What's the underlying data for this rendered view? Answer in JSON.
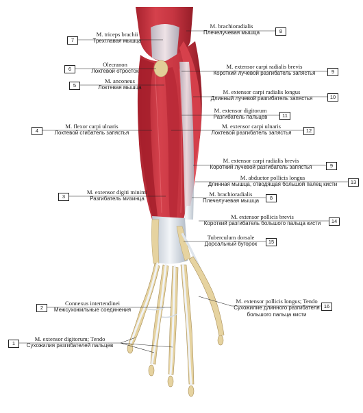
{
  "labels": [
    {
      "num": "7",
      "latin": "M. triceps brachii",
      "russian": "Трехглавая мышца"
    },
    {
      "num": "8",
      "latin": "M. brachioradialis",
      "russian": "Плечелучевая мышца"
    },
    {
      "num": "6",
      "latin": "Olecranon",
      "russian": "Локтевой отросток"
    },
    {
      "num": "9",
      "latin": "M. extensor carpi radialis brevis",
      "russian": "Короткий лучевой разгибатель запястья"
    },
    {
      "num": "5",
      "latin": "M. anconeus",
      "russian": "Локтевая мышца"
    },
    {
      "num": "10",
      "latin": "M. extensor carpi radialis longus",
      "russian": "Длинный лучевой разгибатель запястья"
    },
    {
      "num": "11",
      "latin": "M. extensor digitorum",
      "russian": "Разгибатель пальцев"
    },
    {
      "num": "4",
      "latin": "M. flexor carpi ulnaris",
      "russian": "Локтевой сгибатель запястья"
    },
    {
      "num": "12",
      "latin": "M. extensor carpi ulnaris",
      "russian": "Локтевой разгибатель запястья"
    },
    {
      "num": "9",
      "latin": "M. extensor carpi radialis brevis",
      "russian": "Короткий лучевой разгибатель запястья"
    },
    {
      "num": "13",
      "latin": "M. abductor pollicis longus",
      "russian": "Длинная мышца, отводящая большой палец кисти"
    },
    {
      "num": "3",
      "latin": "M. extensor digiti minimi",
      "russian": "Разгибатель мизинца"
    },
    {
      "num": "8",
      "latin": "M. brachioradialis",
      "russian": "Плечелучевая мышца"
    },
    {
      "num": "14",
      "latin": "M. extensor pollicis brevis",
      "russian": "Короткий разгибатель большого пальца кисти"
    },
    {
      "num": "15",
      "latin": "Tuberculum dorsale",
      "russian": "Дорсальный бугорок"
    },
    {
      "num": "2",
      "latin": "Connexus intertendinei",
      "russian": "Межсухожильные соединения"
    },
    {
      "num": "16",
      "latin": "M. extensor pollicis longus; Tendo",
      "russian": "Сухожилие длинного разгибателя",
      "russian2": "большого пальца кисти"
    },
    {
      "num": "1",
      "latin": "M. extensor digitorum; Tendo",
      "russian": "Сухожилия разгибателей пальцев"
    }
  ],
  "colors": {
    "muscle": "#c9333f",
    "muscle_dark": "#8e1d27",
    "tendon": "#dde3ea",
    "bone": "#e6d3a0"
  }
}
